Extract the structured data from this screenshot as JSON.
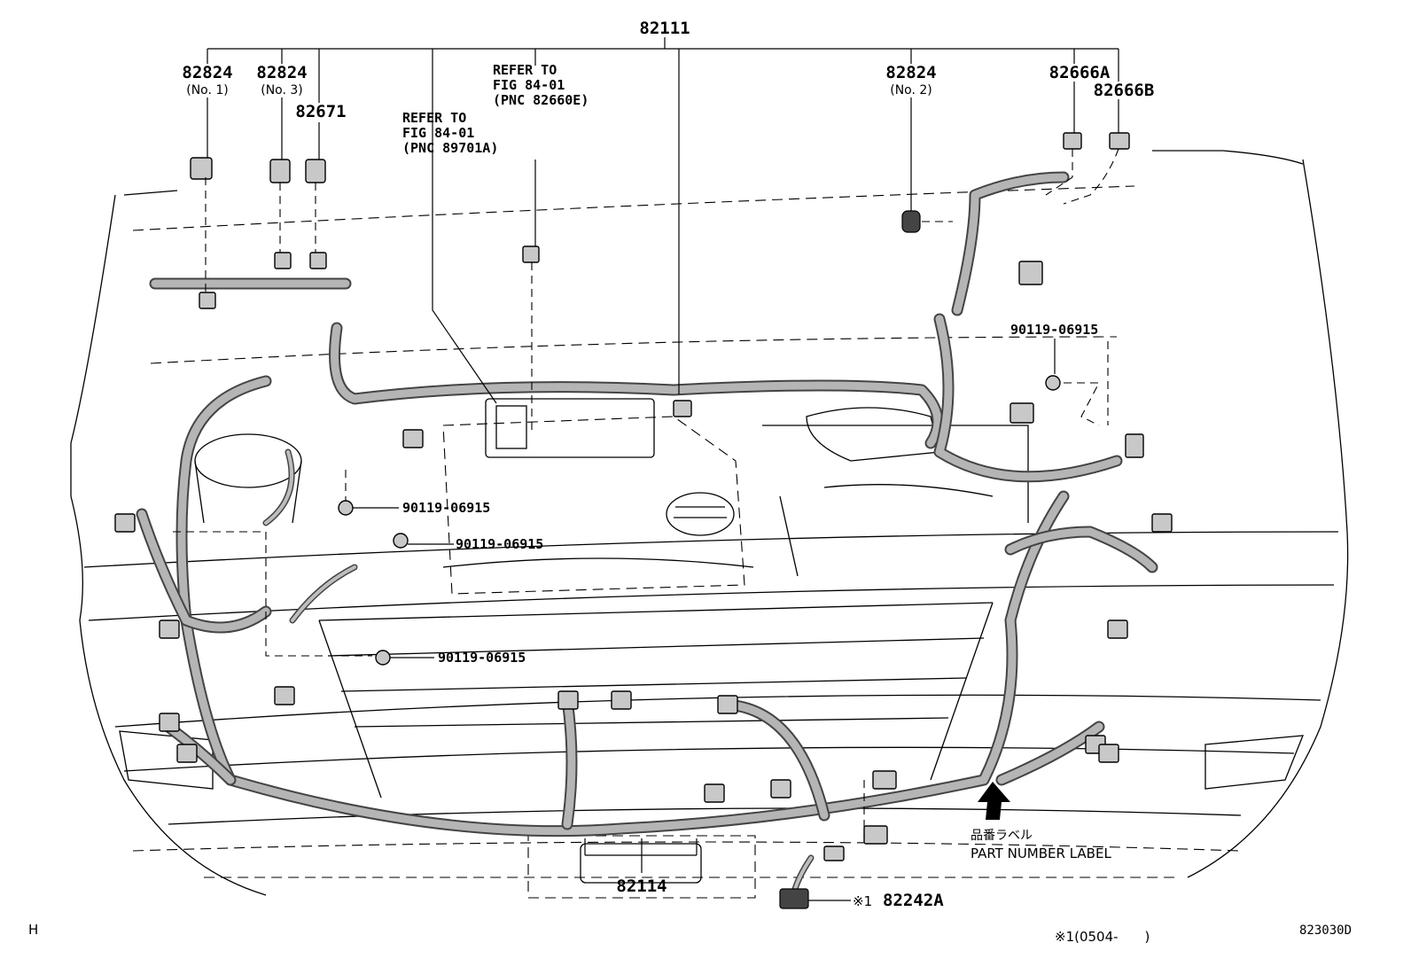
{
  "labels": {
    "main_harness": "82111",
    "connector_no1": "82824",
    "connector_no1_note": "(No. 1)",
    "connector_no3": "82824",
    "connector_no3_note": "(No. 3)",
    "connector_82671": "82671",
    "connector_no2": "82824",
    "connector_no2_note": "(No. 2)",
    "connector_82666a": "82666A",
    "connector_82666b": "82666B",
    "refer_a_line1": "REFER TO",
    "refer_a_line2": "FIG 84-01",
    "refer_a_line3": "(PNC 82660E)",
    "refer_b_line1": "REFER TO",
    "refer_b_line2": "FIG 84-01",
    "refer_b_line3": "(PNC 89701A)",
    "bolt_1": "90119-06915",
    "bolt_2": "90119-06915",
    "bolt_3": "90119-06915",
    "bolt_4": "90119-06915",
    "plate_harness": "82114",
    "label_jp": "品番ラベル",
    "label_en": "PART NUMBER LABEL",
    "sub_harness_mark": "※1",
    "sub_harness": "82242A",
    "footer_left": "H",
    "footer_note": "※1(0504-　　)",
    "diagram_code": "823030D"
  }
}
